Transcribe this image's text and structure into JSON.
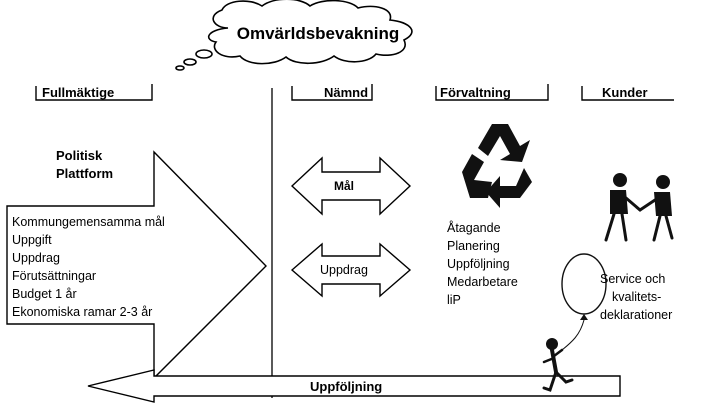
{
  "cloud": {
    "title": "Omvärldsbevakning"
  },
  "headers": {
    "fullmaktige": "Fullmäktige",
    "namnd": "Nämnd",
    "forvaltning": "Förvaltning",
    "kunder": "Kunder"
  },
  "platform": {
    "line1": "Politisk",
    "line2": "Plattform"
  },
  "fullmaktige_items": [
    "Kommungemensamma mål",
    "Uppgift",
    "Uppdrag",
    "Förutsättningar",
    "Budget 1 år",
    "Ekonomiska ramar 2-3 år"
  ],
  "namnd_arrows": {
    "mal": "Mål",
    "uppdrag": "Uppdrag"
  },
  "forvaltning_items": [
    "Åtagande",
    "Planering",
    "Uppföljning",
    "Medarbetare",
    "liP"
  ],
  "kunder_text": [
    "Service och",
    "kvalitets-",
    "deklarationer"
  ],
  "bottom_arrow": "Uppföljning",
  "icons": [
    "recycle-icon",
    "handshake-icon",
    "balloon-person-icon"
  ]
}
